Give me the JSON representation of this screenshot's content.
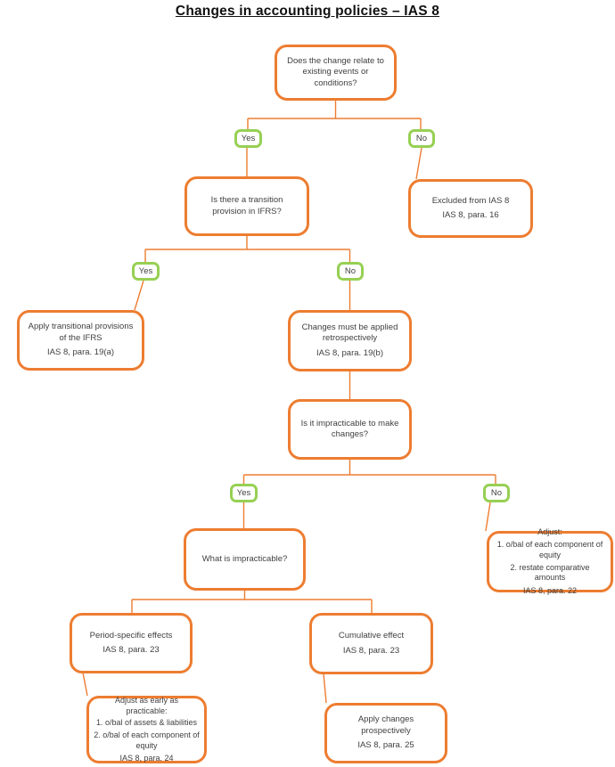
{
  "title": "Changes in accounting policies – IAS 8",
  "labels": {
    "yes": "Yes",
    "no": "No"
  },
  "colors": {
    "box_border": "#ED7D31",
    "decision_border": "#97D054",
    "connector": "#ED7D31",
    "text": "#3f3f3f"
  },
  "nodes": {
    "q_change": {
      "text": "Does the change relate to existing events or conditions?"
    },
    "q_transition": {
      "text": "Is there a transition provision in IFRS?"
    },
    "excluded": {
      "text": "Excluded from IAS 8",
      "ref": "IAS 8, para. 16"
    },
    "apply_transitional": {
      "text": "Apply transitional provisions of the IFRS",
      "ref": "IAS 8, para. 19(a)"
    },
    "retrospective": {
      "text": "Changes must be applied retrospectively",
      "ref": "IAS 8, para. 19(b)"
    },
    "q_impracticable": {
      "text": "Is it impracticable to make changes?"
    },
    "what_impracticable": {
      "text": "What is impracticable?"
    },
    "adjust_equity": {
      "lines": [
        "Adjust:",
        "1. o/bal of each component of equity",
        "2. restate comparative amounts"
      ],
      "ref": "IAS 8, para. 22"
    },
    "period_specific": {
      "text": "Period-specific effects",
      "ref": "IAS 8, para. 23"
    },
    "cumulative": {
      "text": "Cumulative effect",
      "ref": "IAS 8, para. 23"
    },
    "adjust_practicable": {
      "lines": [
        "Adjust as early as practicable:",
        "1. o/bal of assets & liabilities",
        "2. o/bal of each component of equity"
      ],
      "ref": "IAS 8, para. 24"
    },
    "prospectively": {
      "text": "Apply changes prospectively",
      "ref": "IAS 8, para. 25"
    }
  }
}
